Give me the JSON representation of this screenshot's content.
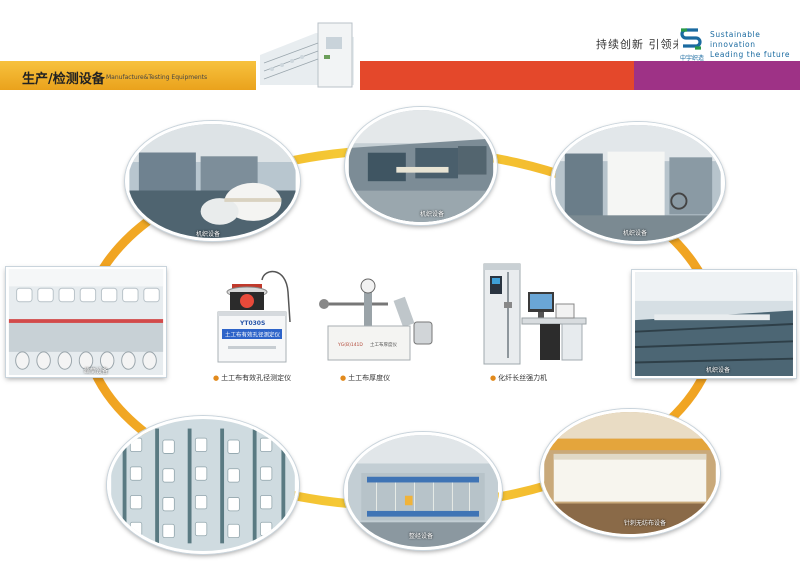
{
  "header": {
    "slogan": "持续创新  引领未来",
    "brand_cn": "中宇织造",
    "brand_en_line1": "Sustainable innovation",
    "brand_en_line2": "Leading the future",
    "section_title": "生产/检测设备",
    "section_subtitle": "Manufacture&Testing Equipments"
  },
  "colors": {
    "band_yellow": "#f7c23e",
    "band_red": "#e4482b",
    "band_purple": "#9e3286",
    "ring_orange": "#f0a020",
    "ring_yellow": "#f6d23a",
    "brand_blue": "#1a6aa0"
  },
  "photos": {
    "top_left": "机织设备",
    "top_center": "机织设备",
    "top_right": "机织设备",
    "right": "机织设备",
    "left": "络筒设备",
    "bottom_center": "整经设备",
    "bottom_right": "针刺无纺布设备"
  },
  "instruments": [
    {
      "caption": "土工布有效孔径测定仪",
      "panel_label": "YT030S",
      "panel_text": "土工布有效孔径测定仪"
    },
    {
      "caption": "土工布厚度仪",
      "panel_label": "YG(B)141D",
      "panel_text": "土工布厚度仪"
    },
    {
      "caption": "化纤长丝强力机"
    }
  ]
}
